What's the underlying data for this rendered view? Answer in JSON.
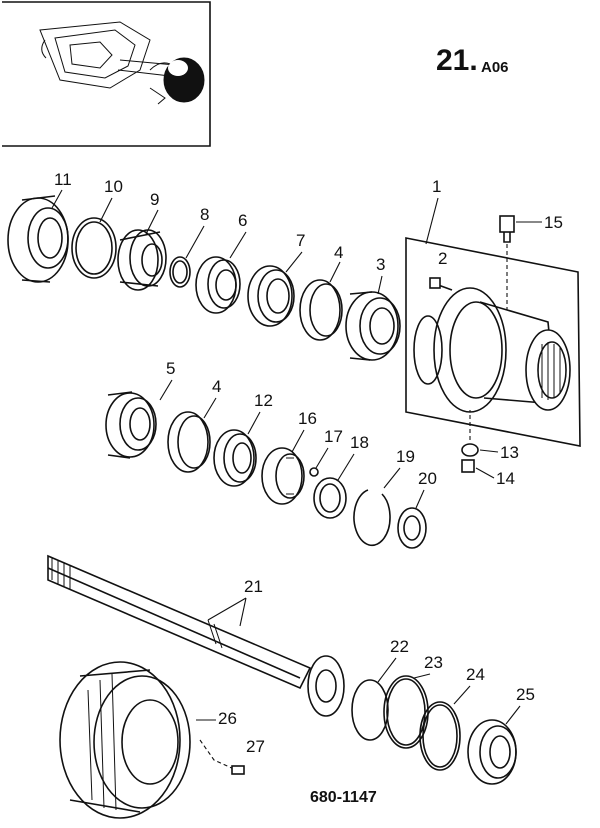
{
  "diagram": {
    "group_code": "21.",
    "group_suffix": "A06",
    "drawing_ref": "680-1147",
    "callouts": [
      "1",
      "2",
      "3",
      "4",
      "5",
      "6",
      "7",
      "8",
      "9",
      "10",
      "11",
      "12",
      "13",
      "14",
      "15",
      "16",
      "17",
      "18",
      "19",
      "20",
      "21",
      "22",
      "23",
      "24",
      "25",
      "26",
      "27"
    ],
    "callouts_extra": [
      "4"
    ]
  }
}
